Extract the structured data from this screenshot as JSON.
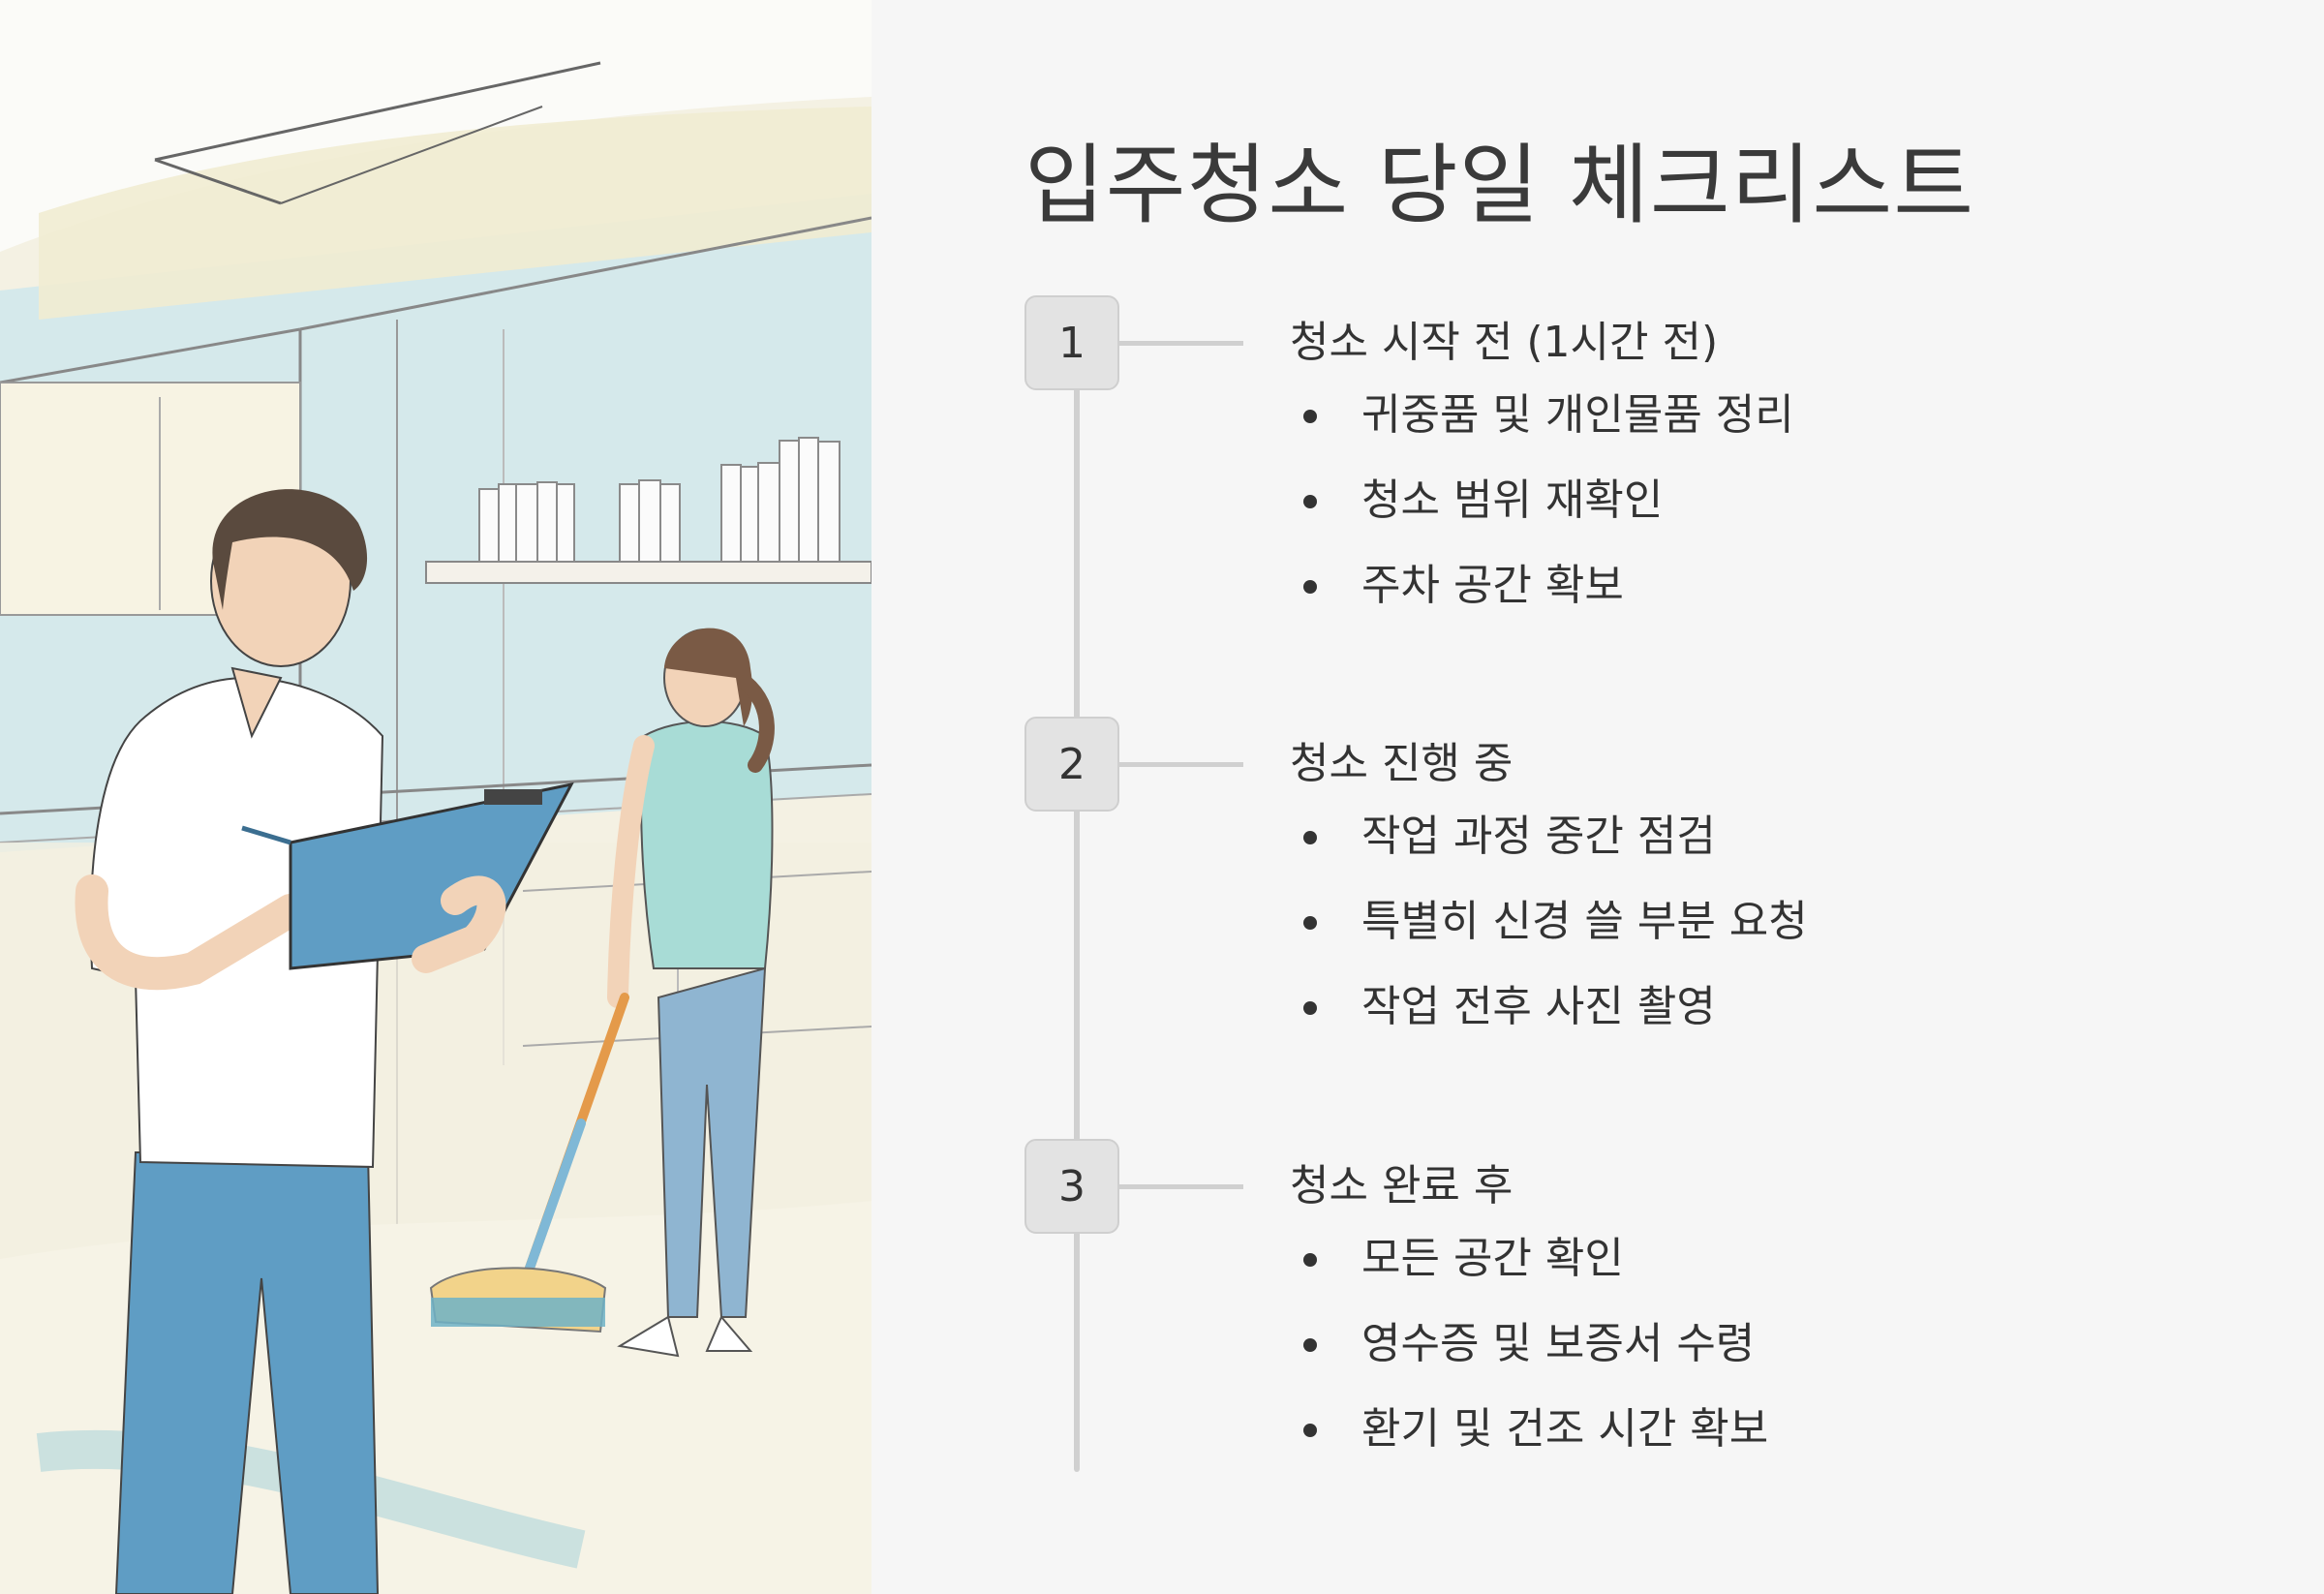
{
  "title": "입주청소 당일 체크리스트",
  "steps": [
    {
      "number": "1",
      "heading": "청소 시작 전 (1시간 전)",
      "items": [
        "귀중품 및 개인물품 정리",
        "청소 범위 재확인",
        "주차 공간 확보"
      ]
    },
    {
      "number": "2",
      "heading": "청소 진행 중",
      "items": [
        "작업 과정 중간 점검",
        "특별히 신경 쓸 부분 요청",
        "작업 전후 사진 촬영"
      ]
    },
    {
      "number": "3",
      "heading": "청소 완료 후",
      "items": [
        "모든 공간 확인",
        "영수증 및 보증서 수령",
        "환기 및 건조 시간 확보"
      ]
    }
  ],
  "colors": {
    "background": "#f6f6f6",
    "badge": "#e3e3e3",
    "timeline": "#d0d0d0",
    "text": "#333333",
    "accent_blue": "#5f9dc4",
    "wall_blue": "#c6e3e8"
  },
  "illustration": {
    "subject": "man-with-clipboard-and-woman-mopping-kitchen"
  }
}
